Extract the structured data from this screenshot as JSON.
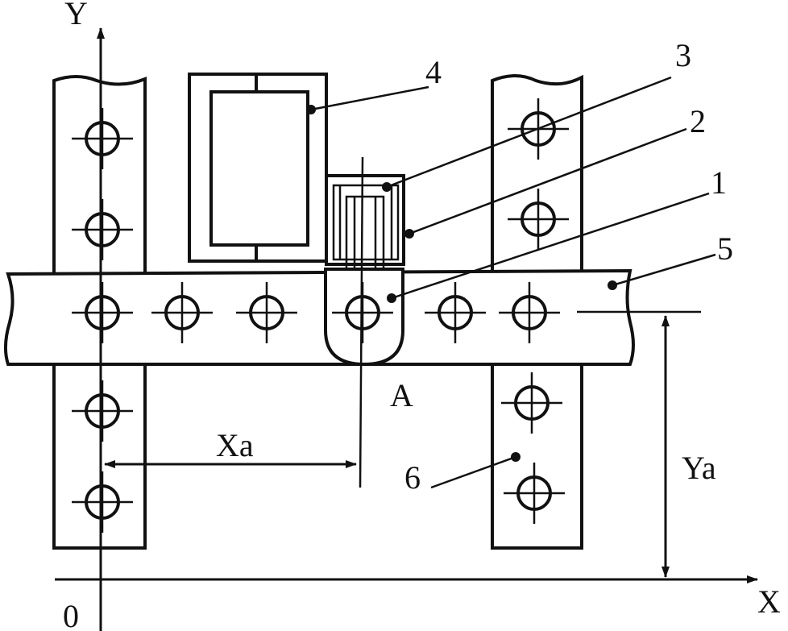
{
  "axes": {
    "x_label": "X",
    "y_label": "Y",
    "origin_label": "0"
  },
  "dimensions": {
    "xa_label": "Xa",
    "ya_label": "Ya"
  },
  "points": {
    "a_label": "A"
  },
  "callouts": {
    "c1": "1",
    "c2": "2",
    "c3": "3",
    "c4": "4",
    "c5": "5",
    "c6": "6"
  }
}
